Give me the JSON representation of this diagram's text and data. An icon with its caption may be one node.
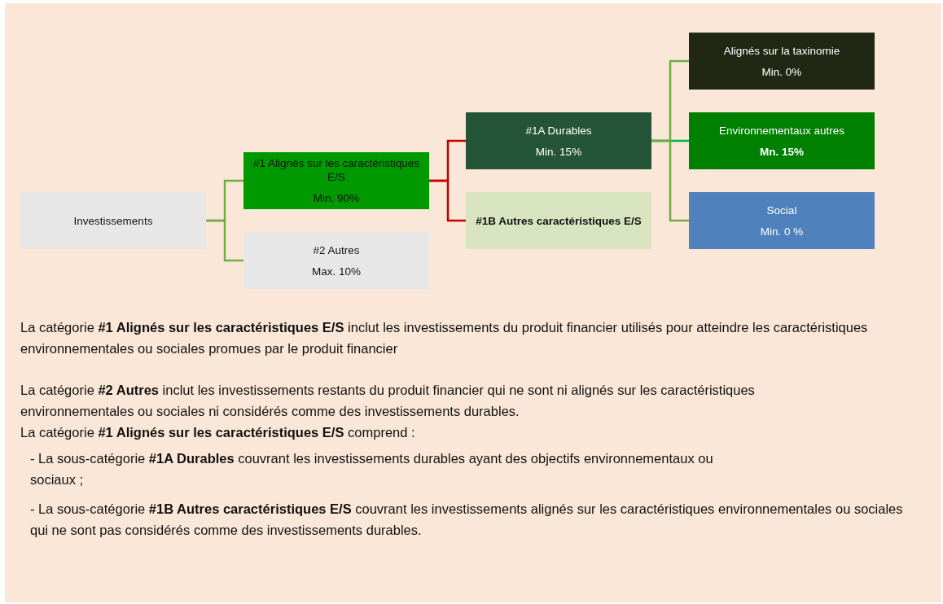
{
  "diagram": {
    "nodes": [
      {
        "text": [
          "Investissements"
        ]
      },
      {
        "text": [
          "#1 Alignés sur les caractéristiques E/S",
          "Min. 90%"
        ]
      },
      {
        "text": [
          "#2 Autres",
          "Max. 10%"
        ]
      },
      {
        "text": [
          "#1A Durables",
          "Min. 15%"
        ]
      },
      {
        "text": [
          "#1B Autres caractéristiques E/S"
        ]
      },
      {
        "text": [
          "Alignés sur la taxinomie",
          "Min. 0%"
        ]
      },
      {
        "text": [
          "Environnementaux autres",
          "Mn. 15%"
        ]
      },
      {
        "text": [
          "Social",
          "Min. 0 %"
        ]
      }
    ],
    "edges": [
      {
        "from": 0,
        "to": 1,
        "arrow": "none"
      },
      {
        "from": 0,
        "to": 2,
        "arrow": "none"
      },
      {
        "from": 1,
        "to": 3,
        "arrow": "none",
        "color": "#c00000"
      },
      {
        "from": 1,
        "to": 4,
        "arrow": "none",
        "color": "#c00000"
      },
      {
        "from": 3,
        "to": 5,
        "arrow": "none"
      },
      {
        "from": 3,
        "to": 6,
        "arrow": "none",
        "color": "#00b050"
      },
      {
        "from": 3,
        "to": 7,
        "arrow": "none"
      }
    ],
    "labels": [
      "La catégorie **#1 Alignés sur les caractéristiques E/S** inclut les investissements du produit financier utilisés pour atteindre les caractéristiques environnementales ou sociales promues par le produit financier",
      "La catégorie **#2 Autres** inclut les investissements restants du produit financier qui ne sont ni alignés sur les caractéristiques environnementales ou sociales ni considérés comme des investissements durables.",
      "La catégorie **#1 Alignés sur les caractéristiques E/S** comprend :",
      "- La sous-catégorie **#1A Durables** couvrant les investissements durables ayant des objectifs environnementaux ou sociaux ;",
      "- La sous-catégorie **#1B Autres caractéristiques E/S** couvrant les investissements alignés sur les caractéristiques environnementales ou sociales qui ne sont pas considérés comme des investissements durables."
    ]
  }
}
